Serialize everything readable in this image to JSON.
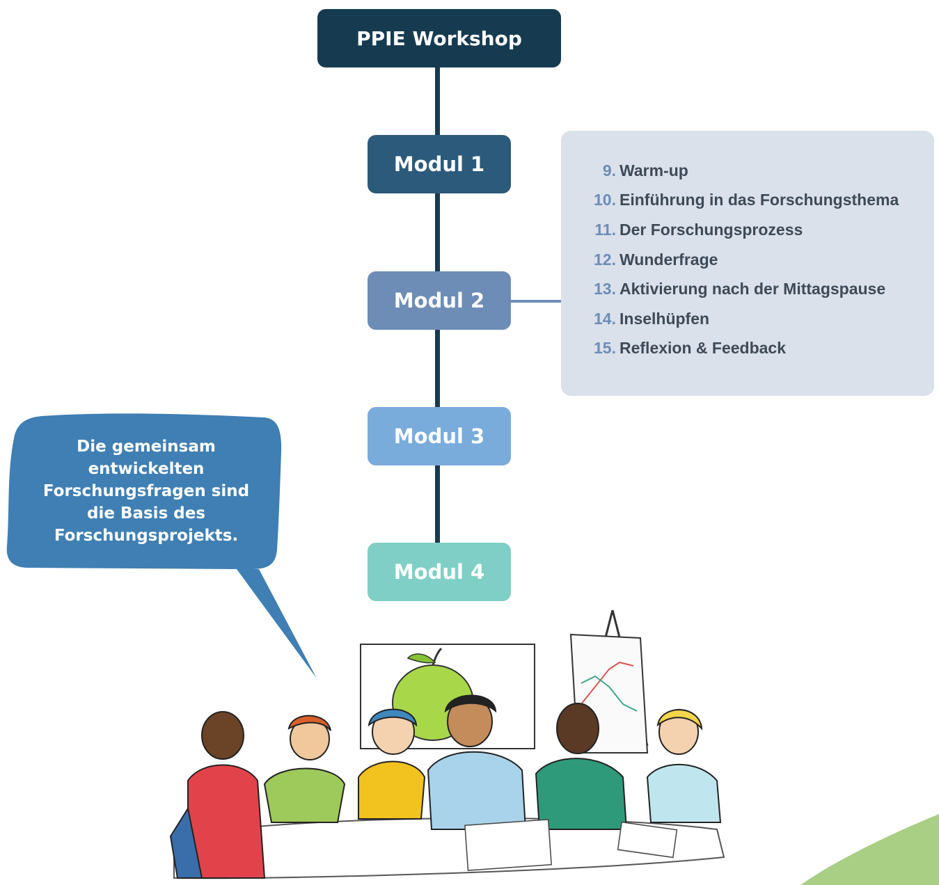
{
  "root": {
    "label": "PPIE Workshop"
  },
  "modules": [
    {
      "label": "Modul 1",
      "color": "#2c5a7b"
    },
    {
      "label": "Modul 2",
      "color": "#6d8db6"
    },
    {
      "label": "Modul 3",
      "color": "#79acdb"
    },
    {
      "label": "Modul 4",
      "color": "#80cfc6"
    }
  ],
  "module2_items": [
    {
      "num": "9.",
      "label": "Warm-up"
    },
    {
      "num": "10.",
      "label": "Einführung in das Forschungsthema"
    },
    {
      "num": "11.",
      "label": "Der Forschungsprozess"
    },
    {
      "num": "12.",
      "label": "Wunderfrage"
    },
    {
      "num": "13.",
      "label": "Aktivierung nach der Mittagspause"
    },
    {
      "num": "14.",
      "label": "Inselhüpfen"
    },
    {
      "num": "15.",
      "label": "Reflexion & Feedback"
    }
  ],
  "speech_bubble": {
    "lines": [
      "Die gemeinsam",
      "entwickelten",
      "Forschungsfragen sind",
      "die Basis des",
      "Forschungsprojekts."
    ],
    "color": "#3f7fb3"
  },
  "colors": {
    "spine": "#183b52",
    "panel": "#dbe1eb",
    "leaf": "#a8cf84"
  }
}
